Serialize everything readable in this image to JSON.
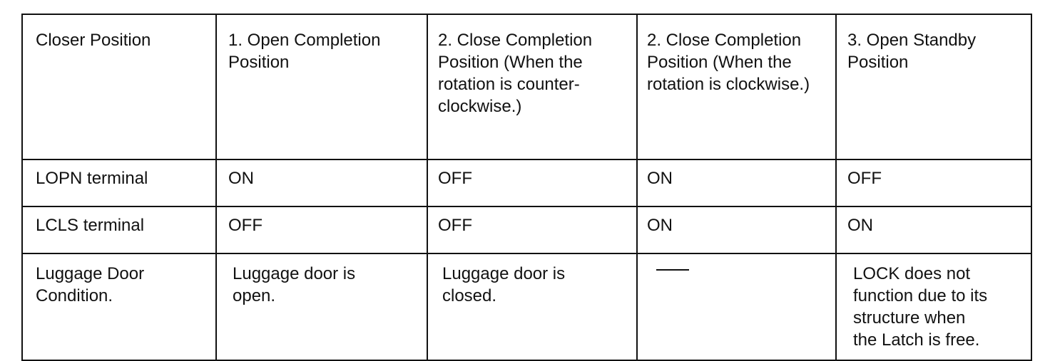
{
  "table": {
    "header": {
      "label": "Closer Position",
      "col1": "1. Open Completion\nPosition",
      "col2": "2. Close Completion\nPosition (When the\nrotation is counter-\nclockwise.)",
      "col3": "2. Close Completion\nPosition (When the\nrotation is clockwise.)",
      "col4": "3. Open Standby\nPosition"
    },
    "rows": [
      {
        "label": "LOPN terminal",
        "col1": "ON",
        "col2": "OFF",
        "col3": "ON",
        "col4": "OFF"
      },
      {
        "label": "LCLS terminal",
        "col1": "OFF",
        "col2": "OFF",
        "col3": "ON",
        "col4": "ON"
      },
      {
        "label": "Luggage Door\nCondition.",
        "col1": "Luggage door is\nopen.",
        "col2": "Luggage door is\nclosed.",
        "col3": "",
        "col4": "LOCK does not\nfunction due to its\nstructure when\nthe Latch is free."
      }
    ]
  }
}
